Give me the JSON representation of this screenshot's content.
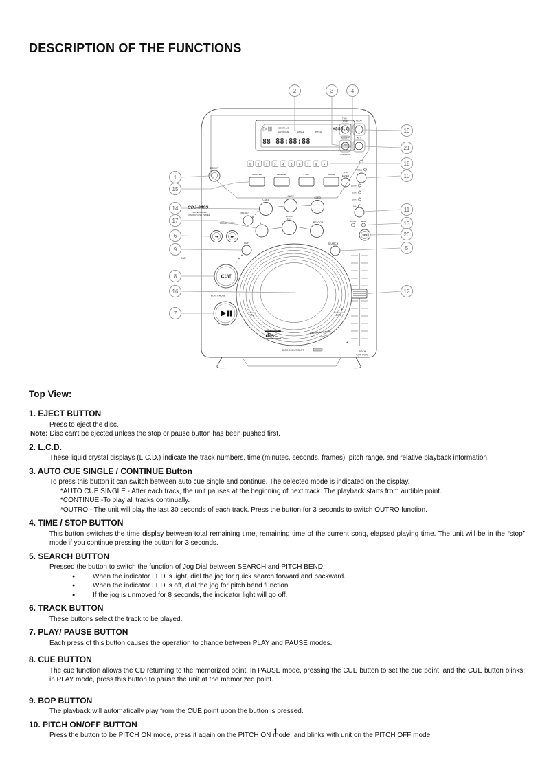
{
  "page": {
    "title": "DESCRIPTION OF THE FUNCTIONS",
    "page_number": "1"
  },
  "diagram": {
    "model": "CDJ-840S",
    "model_sub1": "PROFESSIONAL",
    "model_sub2": "COMPACT DISC PLAYER",
    "lcd": {
      "continue": "CONTINUE",
      "auto_cue": "AUTO CUE",
      "single": "SINGLE",
      "pitch": "PITCH",
      "pitch_digits": "+888.8",
      "normal": "NORMAL",
      "outro": "OUTRO",
      "track_digits": "88",
      "time_digits": "88:88:88"
    },
    "labels": {
      "eject": "EJECT",
      "time_stop_1": "TIME –",
      "time_stop_2": "STOP",
      "relay": "RELAY",
      "auto_cue_1": "AUTO CUE",
      "auto_cue_2": "SINGLE",
      "key": "KEY",
      "continue": "CONTINUE",
      "pitch": "PITCH",
      "pct": [
        "100%",
        "25%",
        "16%",
        "8%"
      ],
      "pitch_bend_1": "PITCH",
      "pitch_bend_2": "BEND",
      "bpm": "BPM",
      "search": "SEARCH",
      "digits": [
        "0",
        "1",
        "2",
        "3",
        "4",
        "5",
        "6",
        "7",
        "8",
        "+"
      ],
      "rect_buttons": [
        "SAMPLER",
        "REVERSE",
        "START",
        "BRAKE"
      ],
      "plus10_1": "+10",
      "plus10_2": "ENTER",
      "cue1": "CUE1",
      "cue2": "CUE2",
      "cue3": "CUE3",
      "memo": "MEMO",
      "a": "A",
      "bloop_1": "B/LOOP",
      "bloop_2": "EXIT",
      "reloop": "RELOOP",
      "track_skip": "TRACK SKIP",
      "skip_back": "◀◀",
      "skip_fwd": "▶▶",
      "bop": "BOP",
      "cue_panel": "CUE",
      "cue_button": "CUE",
      "play_pause": "PLAY/PAUSE",
      "minus": "−",
      "plus": "+",
      "rev": "REV",
      "fwd": "FWD",
      "disc_logo": "disc",
      "brand": "American Audio",
      "slot": "DISC IN/OUT SLOT",
      "pitch_control_1": "PITCH",
      "pitch_control_2": "CONTROL"
    },
    "callouts": [
      "1",
      "2",
      "3",
      "4",
      "5",
      "6",
      "7",
      "8",
      "9",
      "10",
      "11",
      "12",
      "13",
      "14",
      "15",
      "16",
      "17",
      "18",
      "19",
      "20",
      "21"
    ]
  },
  "sections": {
    "heading": "Top View:",
    "items": [
      {
        "title": "1. EJECT BUTTON",
        "lines": [
          {
            "type": "para",
            "text": "Press to eject the disc."
          },
          {
            "type": "note",
            "label": "Note:",
            "text": "Disc can't be ejected unless the stop or pause button has been pushed first."
          }
        ]
      },
      {
        "title": "2. L.C.D.",
        "lines": [
          {
            "type": "para",
            "text": "These liquid crystal displays (L.C.D.) indicate the track numbers, time (minutes, seconds, frames), pitch range, and relative playback information."
          }
        ]
      },
      {
        "title": "3. AUTO CUE SINGLE / CONTINUE Button",
        "lines": [
          {
            "type": "para",
            "text": "To press this button it can switch between auto cue single and continue. The selected mode is indicated on the display."
          },
          {
            "type": "star",
            "text": "*AUTO CUE SINGLE - After each track, the unit pauses at the beginning of next track. The playback starts from audible point."
          },
          {
            "type": "star",
            "text": "*CONTINUE -To play all tracks continually."
          },
          {
            "type": "star",
            "text": "*OUTRO - The unit will play the last 30 seconds of each track. Press the button for 3 seconds to switch OUTRO function."
          }
        ]
      },
      {
        "title": "4. TIME / STOP BUTTON",
        "lines": [
          {
            "type": "para",
            "justify": true,
            "text": "This button switches the time display between total remaining time, remaining time of the current song, elapsed playing time. The unit will be in the “stop” mode if you continue pressing the button for 3 seconds."
          }
        ]
      },
      {
        "title": "5. SEARCH BUTTON",
        "lines": [
          {
            "type": "para",
            "text": "Pressed the button to switch the function of Jog Dial between SEARCH and PITCH BEND."
          },
          {
            "type": "bullet",
            "text": "When the indicator LED is light, dial the jog for quick search forward and backward."
          },
          {
            "type": "bullet",
            "text": "When the indicator LED is off, dial the jog for pitch bend function."
          },
          {
            "type": "bullet",
            "text": "If the jog is unmoved for 8 seconds, the indicator light will go off."
          }
        ]
      },
      {
        "title": "6. TRACK BUTTON",
        "lines": [
          {
            "type": "para",
            "text": "These buttons select the track to be played."
          }
        ]
      },
      {
        "title": "7. PLAY/ PAUSE BUTTON",
        "lines": [
          {
            "type": "para",
            "text": "Each press of this button causes the operation to change between PLAY and PAUSE modes."
          }
        ]
      },
      {
        "title": "8. CUE BUTTON",
        "lines": [
          {
            "type": "para",
            "justify": true,
            "text": "The cue function allows the CD returning to the memorized point. In PAUSE mode, pressing the CUE button to set the cue point, and the CUE button blinks; in PLAY mode, press this button to pause the unit at the memorized point."
          }
        ]
      },
      {
        "title": "9. BOP BUTTON",
        "lines": [
          {
            "type": "para",
            "text": "The playback will automatically play from the CUE point upon the button is pressed."
          }
        ]
      },
      {
        "title": "10. PITCH ON/OFF BUTTON",
        "lines": [
          {
            "type": "para",
            "text": "Press the button to be PITCH ON mode, press it again on the PITCH ON mode, and blinks with unit on the PITCH OFF mode."
          }
        ]
      }
    ]
  }
}
